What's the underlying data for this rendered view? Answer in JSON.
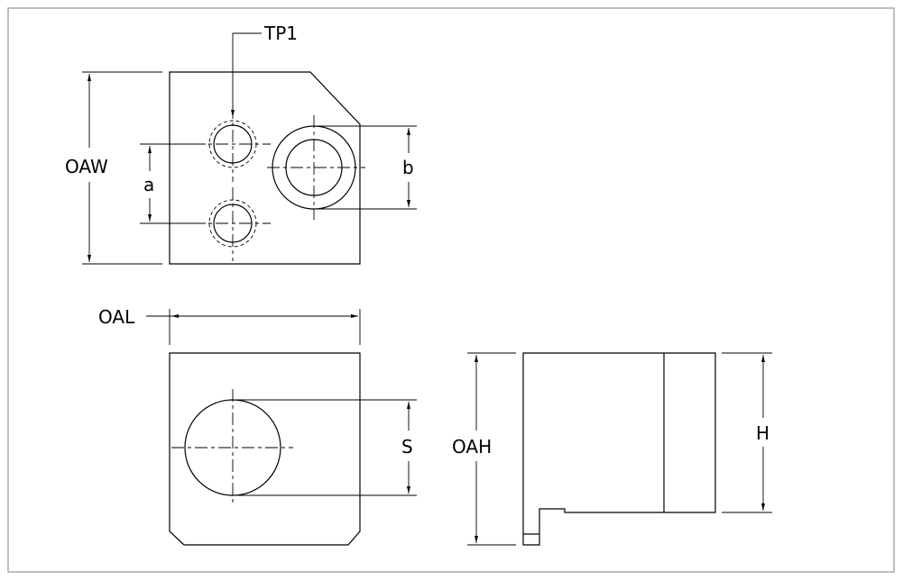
{
  "labels": {
    "tp1": "TP1",
    "oaw": "OAW",
    "a": "a",
    "b": "b",
    "oal": "OAL",
    "s": "S",
    "oah": "OAH",
    "h": "H"
  }
}
